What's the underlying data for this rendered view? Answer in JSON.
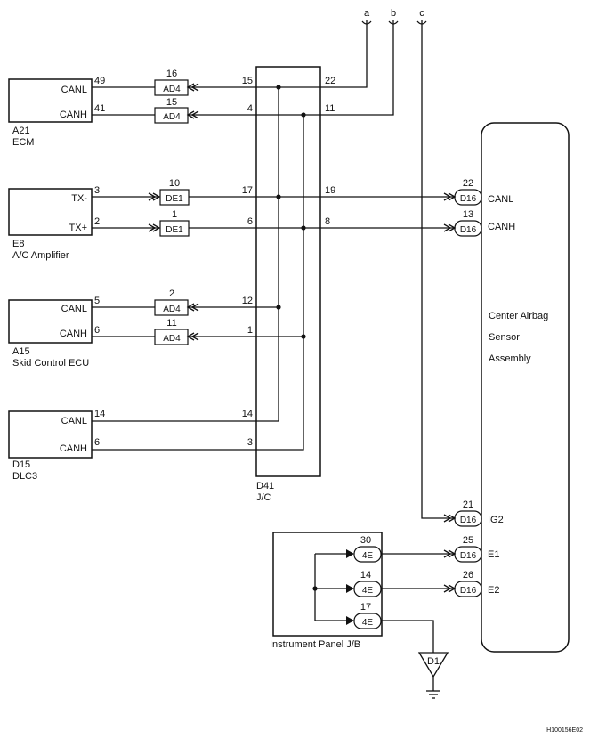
{
  "components": {
    "ecm": {
      "code": "A21",
      "name": "ECM",
      "pins": {
        "canl": "CANL",
        "canh": "CANH"
      }
    },
    "ac_amplifier": {
      "code": "E8",
      "name": "A/C Amplifier",
      "pins": {
        "txm": "TX-",
        "txp": "TX+"
      }
    },
    "skid_ecu": {
      "code": "A15",
      "name": "Skid Control ECU",
      "pins": {
        "canl": "CANL",
        "canh": "CANH"
      }
    },
    "dlc3": {
      "code": "D15",
      "name": "DLC3",
      "pins": {
        "canl": "CANL",
        "canh": "CANH"
      }
    },
    "jc": {
      "code": "D41",
      "name": "J/C"
    },
    "airbag": {
      "line1": "Center Airbag",
      "line2": "Sensor",
      "line3": "Assembly",
      "pins": {
        "canl": "CANL",
        "canh": "CANH",
        "ig2": "IG2",
        "e1": "E1",
        "e2": "E2"
      }
    },
    "ipjb": {
      "name": "Instrument Panel J/B"
    },
    "ground": {
      "code": "D1"
    }
  },
  "connectors": {
    "ad4": "AD4",
    "de1": "DE1",
    "d16": "D16",
    "e4": "4E"
  },
  "offpage": {
    "a": "a",
    "b": "b",
    "c": "c"
  },
  "pin_numbers": {
    "ecm_canl": "49",
    "ecm_canh": "41",
    "ad4_top": "16",
    "ad4_second": "15",
    "jc_15": "15",
    "jc_4": "4",
    "jc_22": "22",
    "jc_11": "11",
    "amp_txm": "3",
    "amp_txp": "2",
    "de1_top": "10",
    "de1_second": "1",
    "jc_17": "17",
    "jc_6": "6",
    "jc_19": "19",
    "jc_8": "8",
    "d16_22": "22",
    "d16_13": "13",
    "skid_canl": "5",
    "skid_canh": "6",
    "ad4_third": "2",
    "ad4_fourth": "11",
    "jc_12": "12",
    "jc_1": "1",
    "dlc_canl": "14",
    "dlc_canh": "6",
    "jc_14": "14",
    "jc_3": "3",
    "d16_21": "21",
    "d16_25": "25",
    "d16_26": "26",
    "e4_30": "30",
    "e4_14": "14",
    "e4_17": "17"
  },
  "figure_id": "H100156E02"
}
